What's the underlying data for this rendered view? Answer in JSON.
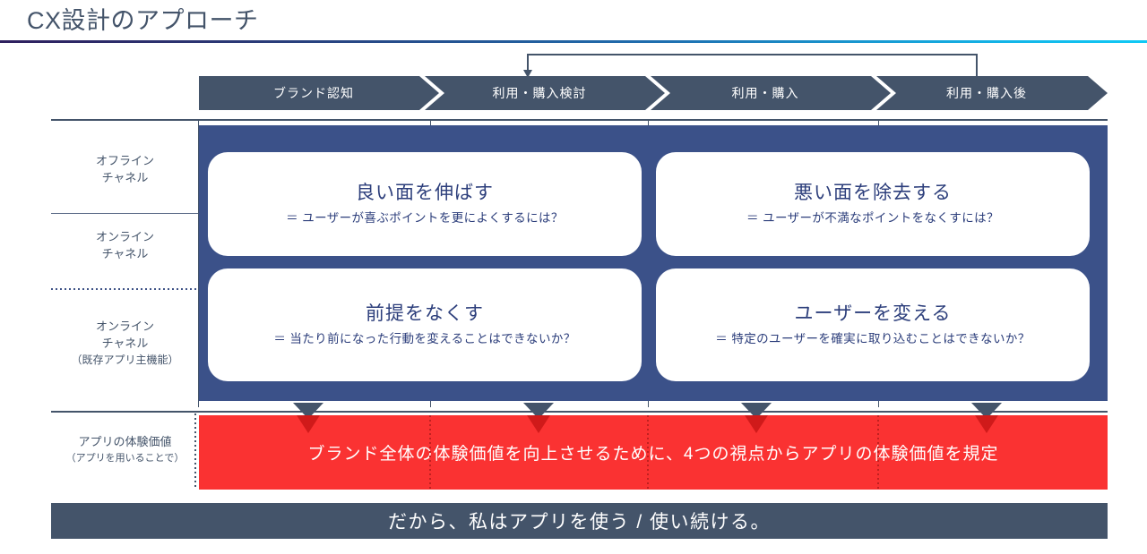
{
  "slide": {
    "title": "CX設計のアプローチ",
    "accent_gradient_start": "#2E1F5E",
    "accent_gradient_end": "#0FC9F5",
    "navy": "#44546A",
    "panel_blue": "#3B5189",
    "card_text": "#2C3E7B",
    "red": "#FA3232"
  },
  "stages": [
    {
      "label": "ブランド認知"
    },
    {
      "label": "利用・購入検討"
    },
    {
      "label": "利用・購入"
    },
    {
      "label": "利用・購入後"
    }
  ],
  "loop_arrow": {
    "from_stage": "利用・購入後",
    "to_stage": "利用・購入検討"
  },
  "row_labels": [
    {
      "main": "オフライン",
      "main2": "チャネル",
      "sub": ""
    },
    {
      "main": "オンライン",
      "main2": "チャネル",
      "sub": ""
    },
    {
      "main": "オンライン",
      "main2": "チャネル",
      "sub": "（既存アプリ主機能）"
    }
  ],
  "value_row_label": {
    "main": "アプリの体験価値",
    "sub": "（アプリを用いることで）"
  },
  "cards": [
    {
      "head": "良い面を伸ばす",
      "sub": "＝ ユーザーが喜ぶポイントを更によくするには？"
    },
    {
      "head": "悪い面を除去する",
      "sub": "＝ ユーザーが不満なポイントをなくすには？"
    },
    {
      "head": "前提をなくす",
      "sub": "＝ 当たり前になった行動を変えることはできないか？"
    },
    {
      "head": "ユーザーを変える",
      "sub": "＝ 特定のユーザーを確実に取り込むことはできないか？"
    }
  ],
  "red_banner": {
    "text": "ブランド全体の体験価値を向上させるために、4つの視点からアプリの体験価値を規定"
  },
  "bottom_bar": {
    "text": "だから、私はアプリを使う / 使い続ける。"
  }
}
